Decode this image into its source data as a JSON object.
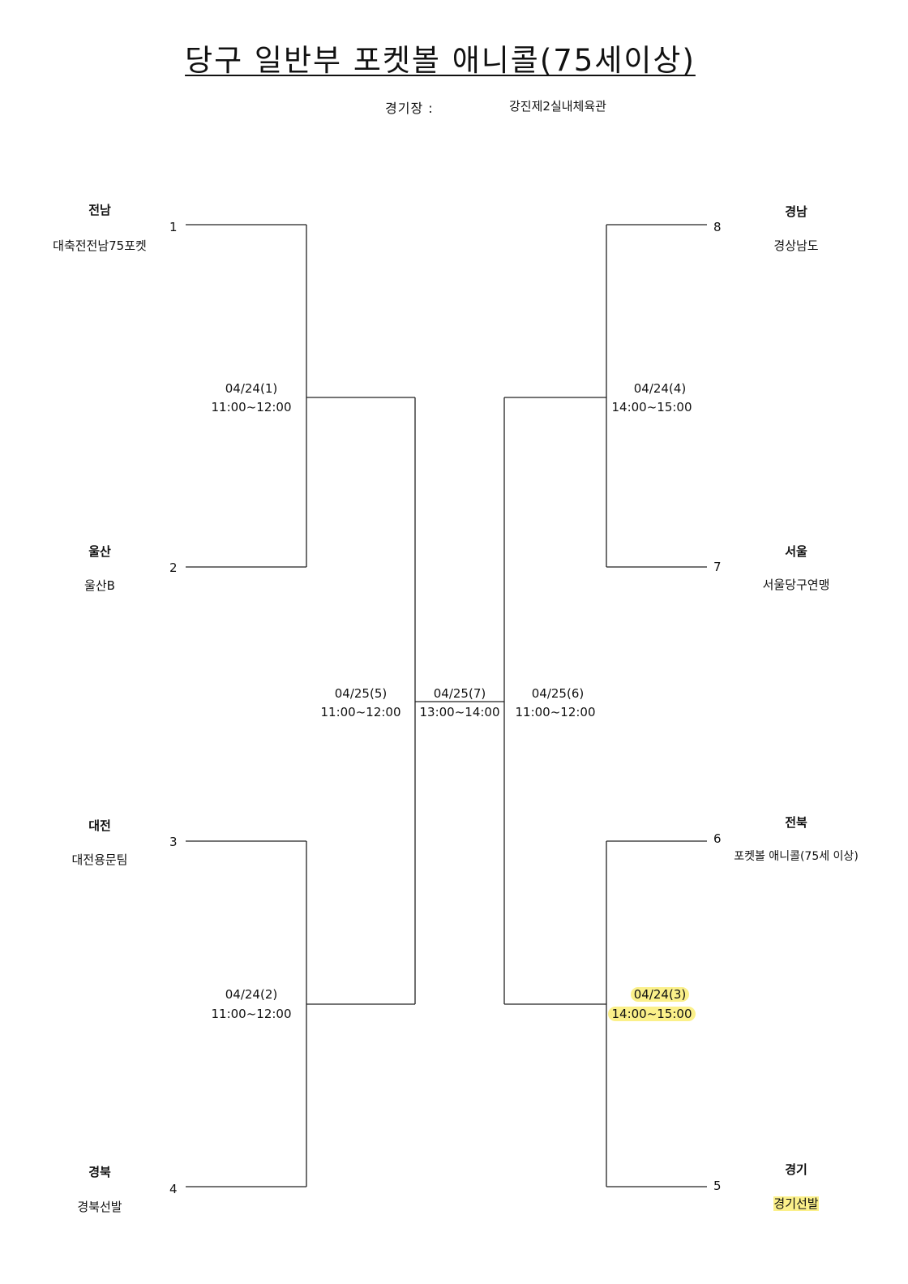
{
  "title": "당구 일반부 포켓볼 애니콜(75세이상)",
  "venue": {
    "label": "경기장 :",
    "value": "강진제2실내체육관"
  },
  "left_teams": [
    {
      "seed": "1",
      "region": "전남",
      "team": "대축전전남75포켓"
    },
    {
      "seed": "2",
      "region": "울산",
      "team": "울산B"
    },
    {
      "seed": "3",
      "region": "대전",
      "team": "대전용문팀"
    },
    {
      "seed": "4",
      "region": "경북",
      "team": "경북선발"
    }
  ],
  "right_teams": [
    {
      "seed": "8",
      "region": "경남",
      "team": "경상남도"
    },
    {
      "seed": "7",
      "region": "서울",
      "team": "서울당구연맹"
    },
    {
      "seed": "6",
      "region": "전북",
      "team": "포켓볼 애니콜(75세 이상)"
    },
    {
      "seed": "5",
      "region": "경기",
      "team": "경기선발"
    }
  ],
  "matches": {
    "m1": {
      "date": "04/24(1)",
      "time": "11:00~12:00"
    },
    "m2": {
      "date": "04/24(2)",
      "time": "11:00~12:00"
    },
    "m3": {
      "date": "04/24(3)",
      "time": "14:00~15:00"
    },
    "m4": {
      "date": "04/24(4)",
      "time": "14:00~15:00"
    },
    "m5": {
      "date": "04/25(5)",
      "time": "11:00~12:00"
    },
    "m6": {
      "date": "04/25(6)",
      "time": "11:00~12:00"
    },
    "m7": {
      "date": "04/25(7)",
      "time": "13:00~14:00"
    }
  },
  "colors": {
    "highlight": "#fbf08a",
    "line": "#222222"
  }
}
